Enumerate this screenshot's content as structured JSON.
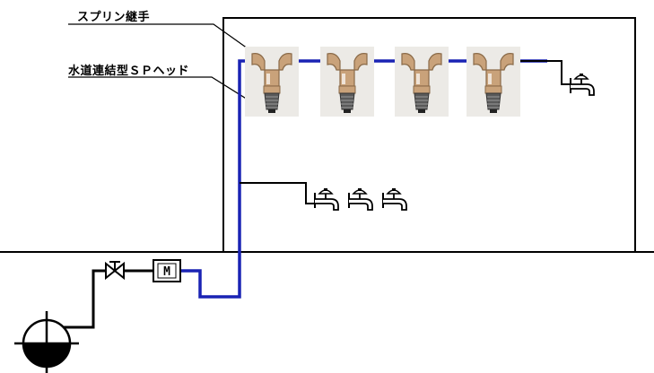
{
  "labels": {
    "sprinkler_joint": "スプリン継手",
    "head": "水道連結型ＳＰヘッド"
  },
  "meter": {
    "letter": "M"
  },
  "colors": {
    "supply_pipe": "#1a23b4",
    "plain_pipe": "#000000",
    "outline": "#000000",
    "fitting_body": "#c9a27a",
    "fitting_shadow": "#8a6a48",
    "head_body": "#5a5a5a"
  }
}
